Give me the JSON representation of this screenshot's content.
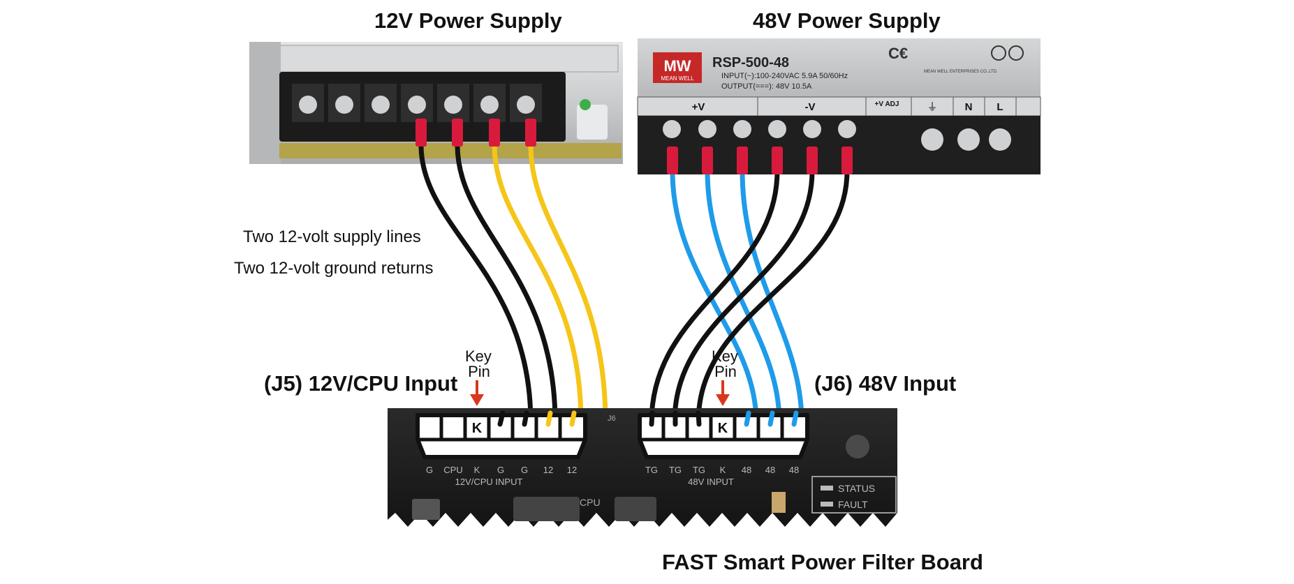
{
  "titles": {
    "supply_12v": "12V Power Supply",
    "supply_48v": "48V Power Supply",
    "board": "FAST Smart Power Filter Board",
    "j5": "(J5) 12V/CPU Input",
    "j6": "(J6) 48V Input"
  },
  "notes": {
    "supply_lines": "Two 12-volt supply lines",
    "ground_returns": "Two 12-volt ground returns"
  },
  "key_pin": {
    "line1": "Key",
    "line2": "Pin",
    "marker": "K"
  },
  "psu48": {
    "brand": "MW",
    "brand_sub": "MEAN WELL",
    "model": "RSP-500-48",
    "input": "INPUT(~):100-240VAC 5.9A 50/60Hz",
    "output": "OUTPUT(===): 48V 10.5A",
    "company": "MEAN WELL ENTERPRISES CO.,LTD.",
    "terminals": [
      "+V",
      "-V",
      "+V ADJ",
      "⏚",
      "N",
      "L"
    ]
  },
  "board": {
    "j5_pins": [
      "G",
      "CPU",
      "K",
      "G",
      "G",
      "12",
      "12"
    ],
    "j5_label": "12V/CPU INPUT",
    "j6_pins": [
      "TG",
      "TG",
      "TG",
      "K",
      "48",
      "48",
      "48"
    ],
    "j6_label": "48V INPUT",
    "status": "STATUS",
    "fault": "FAULT",
    "cpu": "CPU",
    "j6_silk": "J6"
  },
  "colors": {
    "wire_black": "#111111",
    "wire_yellow": "#f5c518",
    "wire_blue": "#1e9be9",
    "lug_red": "#d81b3c",
    "arrow": "#d9381e",
    "pcb": "#1c1c1c",
    "psu_silver": "#c9cbcc"
  }
}
